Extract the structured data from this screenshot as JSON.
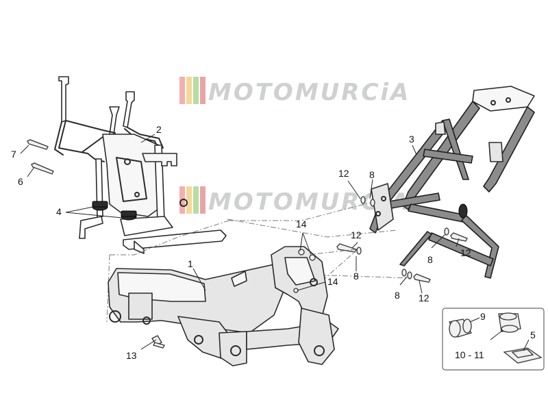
{
  "watermark": {
    "text": "MOTOMURCiA",
    "stripe_colors": [
      "#f3b0ad",
      "#f5d79a",
      "#b9dca3",
      "#e9a4a8"
    ],
    "text_color": "#cfd0d0"
  },
  "callouts": {
    "c1": "1",
    "c2": "2",
    "c3": "3",
    "c4": "4",
    "c5": "5",
    "c6": "6",
    "c7": "7",
    "c8a": "8",
    "c8b": "8",
    "c8c": "8",
    "c8d": "8",
    "c9": "9",
    "c10_11": "10 - 11",
    "c12a": "12",
    "c12b": "12",
    "c12c": "12",
    "c12d": "12",
    "c13": "13",
    "c14a": "14",
    "c14b": "14"
  }
}
